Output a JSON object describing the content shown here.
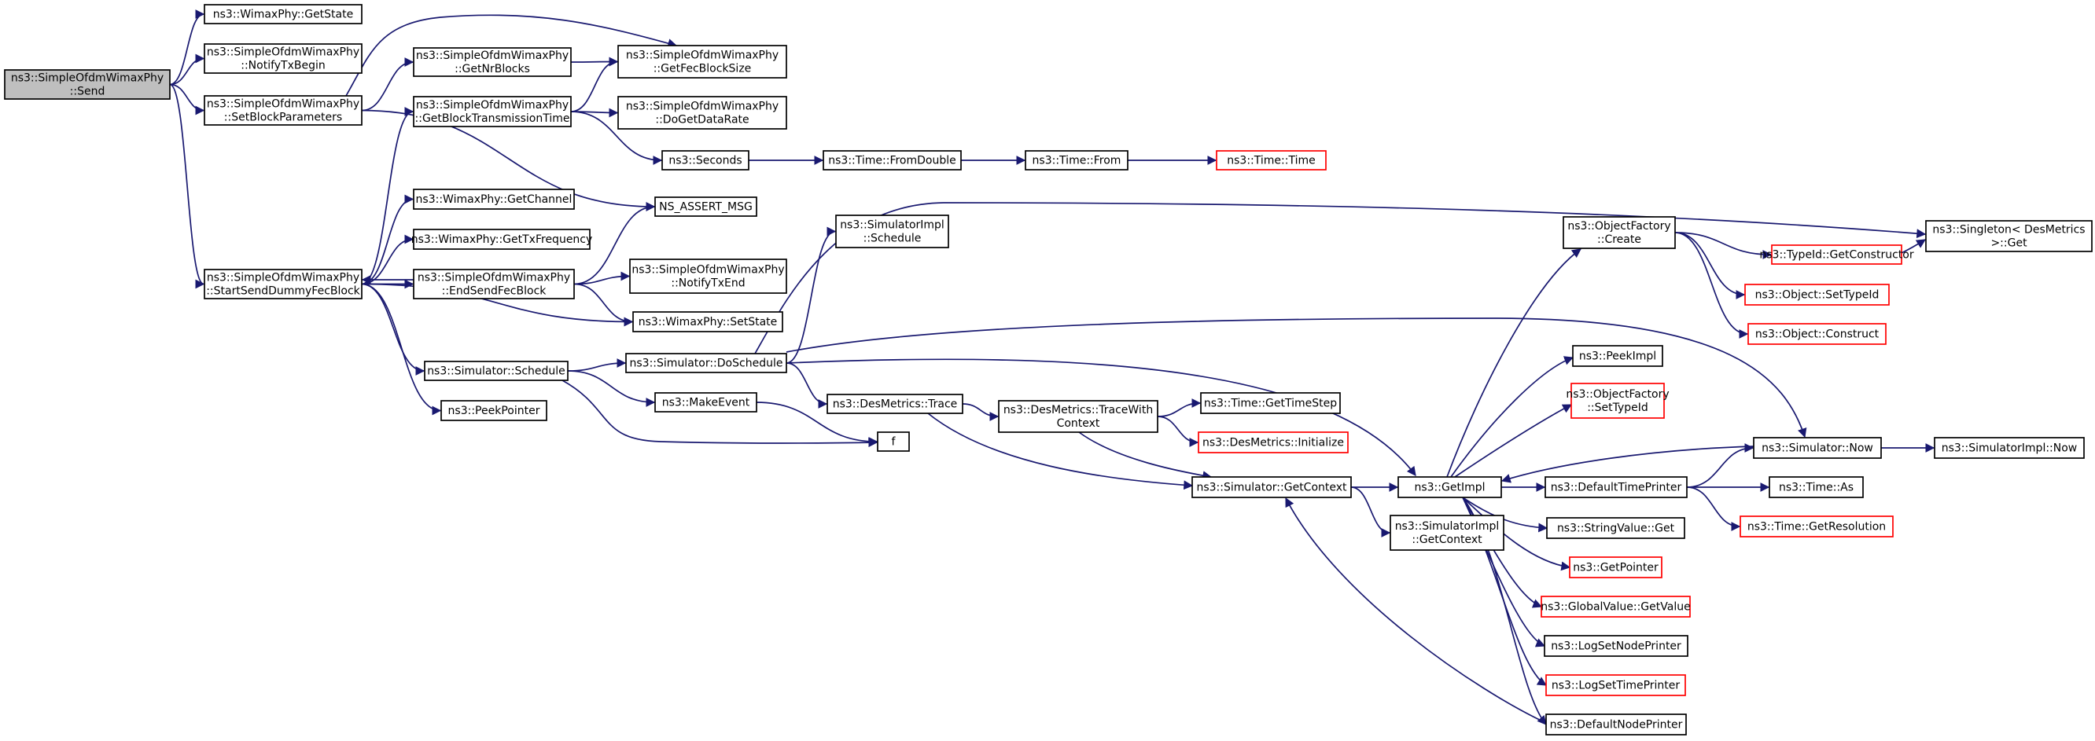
{
  "colors": {
    "edge": "#191970",
    "node_border": "#000000",
    "truncated_border": "#ff0000",
    "root_fill": "#bfbfbf",
    "node_fill": "#ffffff"
  },
  "nodes": [
    {
      "id": "send",
      "lines": [
        "ns3::SimpleOfdmWimaxPhy",
        "::Send"
      ],
      "style": "root"
    },
    {
      "id": "getstate",
      "lines": [
        "ns3::WimaxPhy::GetState"
      ],
      "style": "normal"
    },
    {
      "id": "notifytxbegin",
      "lines": [
        "ns3::SimpleOfdmWimaxPhy",
        "::NotifyTxBegin"
      ],
      "style": "normal"
    },
    {
      "id": "setblockparams",
      "lines": [
        "ns3::SimpleOfdmWimaxPhy",
        "::SetBlockParameters"
      ],
      "style": "normal"
    },
    {
      "id": "startsend",
      "lines": [
        "ns3::SimpleOfdmWimaxPhy",
        "::StartSendDummyFecBlock"
      ],
      "style": "normal"
    },
    {
      "id": "getnrblocks",
      "lines": [
        "ns3::SimpleOfdmWimaxPhy",
        "::GetNrBlocks"
      ],
      "style": "normal"
    },
    {
      "id": "getfecblocksize",
      "lines": [
        "ns3::SimpleOfdmWimaxPhy",
        "::GetFecBlockSize"
      ],
      "style": "normal"
    },
    {
      "id": "getblocktx",
      "lines": [
        "ns3::SimpleOfdmWimaxPhy",
        "::GetBlockTransmissionTime"
      ],
      "style": "normal"
    },
    {
      "id": "dogetdatarate",
      "lines": [
        "ns3::SimpleOfdmWimaxPhy",
        "::DoGetDataRate"
      ],
      "style": "normal"
    },
    {
      "id": "seconds",
      "lines": [
        "ns3::Seconds"
      ],
      "style": "normal"
    },
    {
      "id": "fromdouble",
      "lines": [
        "ns3::Time::FromDouble"
      ],
      "style": "normal"
    },
    {
      "id": "timefrom",
      "lines": [
        "ns3::Time::From"
      ],
      "style": "normal"
    },
    {
      "id": "timetime",
      "lines": [
        "ns3::Time::Time"
      ],
      "style": "truncated"
    },
    {
      "id": "nsassert",
      "lines": [
        "NS_ASSERT_MSG"
      ],
      "style": "normal"
    },
    {
      "id": "getchannel",
      "lines": [
        "ns3::WimaxPhy::GetChannel"
      ],
      "style": "normal"
    },
    {
      "id": "gettxfreq",
      "lines": [
        "ns3::WimaxPhy::GetTxFrequency"
      ],
      "style": "normal"
    },
    {
      "id": "endsend",
      "lines": [
        "ns3::SimpleOfdmWimaxPhy",
        "::EndSendFecBlock"
      ],
      "style": "normal"
    },
    {
      "id": "notifytxend",
      "lines": [
        "ns3::SimpleOfdmWimaxPhy",
        "::NotifyTxEnd"
      ],
      "style": "normal"
    },
    {
      "id": "setstate",
      "lines": [
        "ns3::WimaxPhy::SetState"
      ],
      "style": "normal"
    },
    {
      "id": "simschedule",
      "lines": [
        "ns3::Simulator::Schedule"
      ],
      "style": "normal"
    },
    {
      "id": "simimplschedule",
      "lines": [
        "ns3::SimulatorImpl",
        "::Schedule"
      ],
      "style": "normal"
    },
    {
      "id": "doschedule",
      "lines": [
        "ns3::Simulator::DoSchedule"
      ],
      "style": "normal"
    },
    {
      "id": "peekpointer",
      "lines": [
        "ns3::PeekPointer"
      ],
      "style": "normal"
    },
    {
      "id": "makeevent",
      "lines": [
        "ns3::MakeEvent"
      ],
      "style": "normal"
    },
    {
      "id": "f",
      "lines": [
        "f"
      ],
      "style": "normal"
    },
    {
      "id": "desmetricstrace",
      "lines": [
        "ns3::DesMetrics::Trace"
      ],
      "style": "normal"
    },
    {
      "id": "tracewithcontext",
      "lines": [
        "ns3::DesMetrics::TraceWith",
        "Context"
      ],
      "style": "normal"
    },
    {
      "id": "gettimestep",
      "lines": [
        "ns3::Time::GetTimeStep"
      ],
      "style": "normal"
    },
    {
      "id": "desinit",
      "lines": [
        "ns3::DesMetrics::Initialize"
      ],
      "style": "truncated"
    },
    {
      "id": "getcontext",
      "lines": [
        "ns3::Simulator::GetContext"
      ],
      "style": "normal"
    },
    {
      "id": "simimplgetcontext",
      "lines": [
        "ns3::SimulatorImpl",
        "::GetContext"
      ],
      "style": "normal"
    },
    {
      "id": "getimpl",
      "lines": [
        "ns3::GetImpl"
      ],
      "style": "normal"
    },
    {
      "id": "objfactorycreate",
      "lines": [
        "ns3::ObjectFactory",
        "::Create"
      ],
      "style": "normal"
    },
    {
      "id": "getconstructor",
      "lines": [
        "ns3::TypeId::GetConstructor"
      ],
      "style": "truncated"
    },
    {
      "id": "singleton",
      "lines": [
        "ns3::Singleton< DesMetrics",
        " >::Get"
      ],
      "style": "normal"
    },
    {
      "id": "objsettypeid",
      "lines": [
        "ns3::Object::SetTypeId"
      ],
      "style": "truncated"
    },
    {
      "id": "objconstruct",
      "lines": [
        "ns3::Object::Construct"
      ],
      "style": "truncated"
    },
    {
      "id": "peekimpl",
      "lines": [
        "ns3::PeekImpl"
      ],
      "style": "normal"
    },
    {
      "id": "ofsettypeid",
      "lines": [
        "ns3::ObjectFactory",
        "::SetTypeId"
      ],
      "style": "truncated"
    },
    {
      "id": "simnow",
      "lines": [
        "ns3::Simulator::Now"
      ],
      "style": "normal"
    },
    {
      "id": "simimplnow",
      "lines": [
        "ns3::SimulatorImpl::Now"
      ],
      "style": "normal"
    },
    {
      "id": "defaulttimeprinter",
      "lines": [
        "ns3::DefaultTimePrinter"
      ],
      "style": "normal"
    },
    {
      "id": "timeas",
      "lines": [
        "ns3::Time::As"
      ],
      "style": "normal"
    },
    {
      "id": "getresolution",
      "lines": [
        "ns3::Time::GetResolution"
      ],
      "style": "truncated"
    },
    {
      "id": "stringvalueget",
      "lines": [
        "ns3::StringValue::Get"
      ],
      "style": "normal"
    },
    {
      "id": "getpointer",
      "lines": [
        "ns3::GetPointer"
      ],
      "style": "truncated"
    },
    {
      "id": "globalvalue",
      "lines": [
        "ns3::GlobalValue::GetValue"
      ],
      "style": "truncated"
    },
    {
      "id": "logsetnodeprinter",
      "lines": [
        "ns3::LogSetNodePrinter"
      ],
      "style": "normal"
    },
    {
      "id": "logsettimeprinter",
      "lines": [
        "ns3::LogSetTimePrinter"
      ],
      "style": "truncated"
    },
    {
      "id": "defaultnodeprinter",
      "lines": [
        "ns3::DefaultNodePrinter"
      ],
      "style": "normal"
    }
  ],
  "edges": [
    [
      "send",
      "getstate"
    ],
    [
      "send",
      "notifytxbegin"
    ],
    [
      "send",
      "setblockparams"
    ],
    [
      "send",
      "startsend"
    ],
    [
      "setblockparams",
      "getnrblocks"
    ],
    [
      "setblockparams",
      "getfecblocksize"
    ],
    [
      "setblockparams",
      "nsassert"
    ],
    [
      "getnrblocks",
      "getfecblocksize"
    ],
    [
      "startsend",
      "getblocktx"
    ],
    [
      "startsend",
      "getchannel"
    ],
    [
      "startsend",
      "gettxfreq"
    ],
    [
      "startsend",
      "endsend"
    ],
    [
      "startsend",
      "setstate"
    ],
    [
      "startsend",
      "simschedule"
    ],
    [
      "startsend",
      "peekpointer"
    ],
    [
      "getblocktx",
      "getfecblocksize"
    ],
    [
      "getblocktx",
      "dogetdatarate"
    ],
    [
      "getblocktx",
      "seconds"
    ],
    [
      "seconds",
      "fromdouble"
    ],
    [
      "fromdouble",
      "timefrom"
    ],
    [
      "timefrom",
      "timetime"
    ],
    [
      "endsend",
      "nsassert"
    ],
    [
      "endsend",
      "notifytxend"
    ],
    [
      "endsend",
      "setstate"
    ],
    [
      "endsend",
      "startsend"
    ],
    [
      "simschedule",
      "doschedule"
    ],
    [
      "simschedule",
      "makeevent"
    ],
    [
      "simschedule",
      "f"
    ],
    [
      "doschedule",
      "simimplschedule"
    ],
    [
      "doschedule",
      "desmetricstrace"
    ],
    [
      "doschedule",
      "singleton"
    ],
    [
      "doschedule",
      "simnow"
    ],
    [
      "doschedule",
      "getimpl"
    ],
    [
      "makeevent",
      "f"
    ],
    [
      "desmetricstrace",
      "tracewithcontext"
    ],
    [
      "desmetricstrace",
      "getcontext"
    ],
    [
      "tracewithcontext",
      "gettimestep"
    ],
    [
      "tracewithcontext",
      "desinit"
    ],
    [
      "tracewithcontext",
      "getcontext"
    ],
    [
      "getcontext",
      "getimpl"
    ],
    [
      "getcontext",
      "simimplgetcontext"
    ],
    [
      "getimpl",
      "objfactorycreate"
    ],
    [
      "getimpl",
      "peekimpl"
    ],
    [
      "getimpl",
      "ofsettypeid"
    ],
    [
      "getimpl",
      "defaulttimeprinter"
    ],
    [
      "getimpl",
      "stringvalueget"
    ],
    [
      "getimpl",
      "getpointer"
    ],
    [
      "getimpl",
      "globalvalue"
    ],
    [
      "getimpl",
      "logsetnodeprinter"
    ],
    [
      "getimpl",
      "logsettimeprinter"
    ],
    [
      "getimpl",
      "defaultnodeprinter"
    ],
    [
      "objfactorycreate",
      "getconstructor"
    ],
    [
      "objfactorycreate",
      "objsettypeid"
    ],
    [
      "objfactorycreate",
      "objconstruct"
    ],
    [
      "getconstructor",
      "singleton"
    ],
    [
      "simnow",
      "getimpl"
    ],
    [
      "simnow",
      "simimplnow"
    ],
    [
      "defaulttimeprinter",
      "simnow"
    ],
    [
      "defaulttimeprinter",
      "timeas"
    ],
    [
      "defaulttimeprinter",
      "getresolution"
    ],
    [
      "defaultnodeprinter",
      "getcontext"
    ]
  ]
}
